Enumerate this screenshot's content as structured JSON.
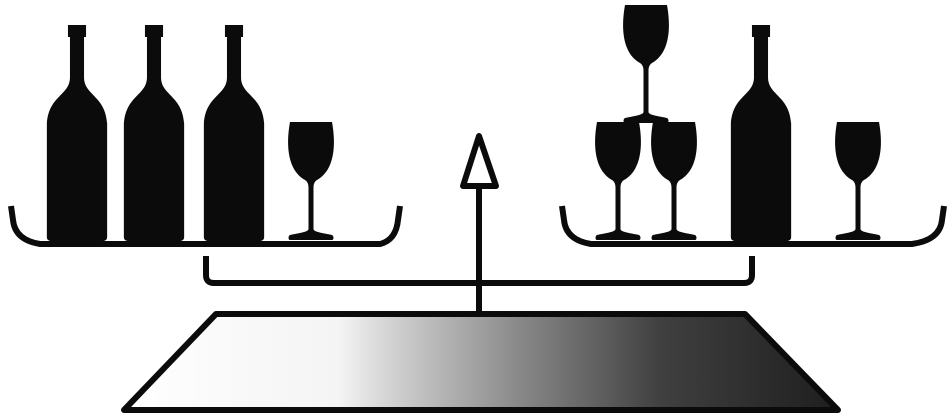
{
  "colors": {
    "ink": "#0b0b0b",
    "background": "#ffffff",
    "base_gradient": [
      "#ffffff",
      "#f2f2f2",
      "#9a9a9a",
      "#3a3a3a",
      "#202020"
    ]
  },
  "icons": {
    "bottle": "wine-bottle-icon",
    "glass": "wine-glass-icon",
    "pivot": "up-arrow-icon"
  },
  "left_pan": {
    "bottles": 3,
    "glasses": 1
  },
  "right_pan": {
    "bottles": 1,
    "glasses": 4
  }
}
